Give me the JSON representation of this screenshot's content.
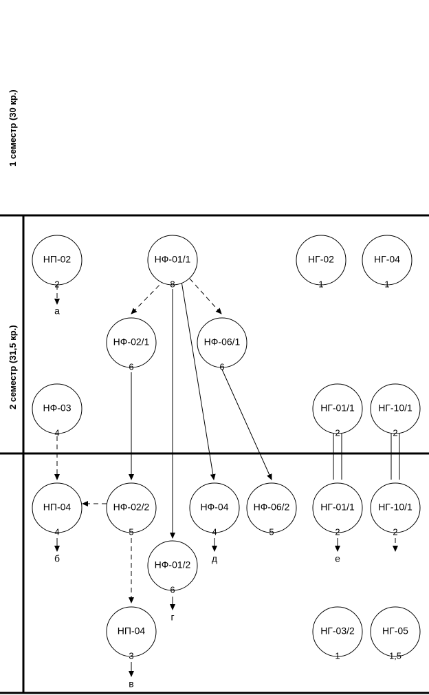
{
  "semesters": [
    {
      "id": "s1",
      "label": "1 семестр (30 кр.)"
    },
    {
      "id": "s2",
      "label": "2 семестр (31,5 кр.)"
    }
  ],
  "nodes": [
    {
      "id": "np02",
      "label": "НП-02",
      "credit": "2"
    },
    {
      "id": "nf011",
      "label": "НФ-01/1",
      "credit": "8"
    },
    {
      "id": "ng02",
      "label": "НГ-02",
      "credit": "1"
    },
    {
      "id": "ng04",
      "label": "НГ-04",
      "credit": "1"
    },
    {
      "id": "nf021",
      "label": "НФ-02/1",
      "credit": "6"
    },
    {
      "id": "nf061",
      "label": "НФ-06/1",
      "credit": "6"
    },
    {
      "id": "nf03",
      "label": "НФ-03",
      "credit": "4"
    },
    {
      "id": "ng011a",
      "label": "НГ-01/1",
      "credit": "2"
    },
    {
      "id": "ng101a",
      "label": "НГ-10/1",
      "credit": "2"
    },
    {
      "id": "np04a",
      "label": "НП-04",
      "credit": "4"
    },
    {
      "id": "nf022",
      "label": "НФ-02/2",
      "credit": "5"
    },
    {
      "id": "nf04",
      "label": "НФ-04",
      "credit": "4"
    },
    {
      "id": "nf062",
      "label": "НФ-06/2",
      "credit": "5"
    },
    {
      "id": "ng011b",
      "label": "НГ-01/1",
      "credit": "2"
    },
    {
      "id": "ng101b",
      "label": "НГ-10/1",
      "credit": "2"
    },
    {
      "id": "nf012",
      "label": "НФ-01/2",
      "credit": "6"
    },
    {
      "id": "np04b",
      "label": "НП-04",
      "credit": "3"
    },
    {
      "id": "ng032",
      "label": "НГ-03/2",
      "credit": "1"
    },
    {
      "id": "ng05",
      "label": "НГ-05",
      "credit": "1,5"
    }
  ],
  "marks": [
    {
      "id": "a",
      "text": "а"
    },
    {
      "id": "b",
      "text": "б"
    },
    {
      "id": "v",
      "text": "в"
    },
    {
      "id": "g",
      "text": "г"
    },
    {
      "id": "d",
      "text": "д"
    },
    {
      "id": "e",
      "text": "е"
    }
  ],
  "edges": [
    {
      "from": "np02",
      "to": "mark-a",
      "style": "dashed"
    },
    {
      "from": "nf011",
      "to": "nf021",
      "style": "dashed"
    },
    {
      "from": "nf011",
      "to": "nf061",
      "style": "dashed"
    },
    {
      "from": "nf011",
      "to": "nf012",
      "style": "solid"
    },
    {
      "from": "nf011",
      "to": "nf04",
      "style": "solid"
    },
    {
      "from": "nf021",
      "to": "nf022",
      "style": "solid"
    },
    {
      "from": "nf061",
      "to": "nf062",
      "style": "solid"
    },
    {
      "from": "nf03",
      "to": "np04a",
      "style": "dashed"
    },
    {
      "from": "nf022",
      "to": "np04a",
      "style": "dashed"
    },
    {
      "from": "nf022",
      "to": "np04b",
      "style": "dashed"
    },
    {
      "from": "np04a",
      "to": "mark-b",
      "style": "solid"
    },
    {
      "from": "nf012",
      "to": "mark-g",
      "style": "solid"
    },
    {
      "from": "nf04",
      "to": "mark-d",
      "style": "solid"
    },
    {
      "from": "ng011b",
      "to": "mark-e",
      "style": "solid"
    },
    {
      "from": "ng101b",
      "to": "below",
      "style": "dashed"
    },
    {
      "from": "np04b",
      "to": "mark-v",
      "style": "solid"
    },
    {
      "from": "ng011a",
      "to": "ng011b",
      "style": "double"
    },
    {
      "from": "ng101a",
      "to": "ng101b",
      "style": "double"
    }
  ]
}
